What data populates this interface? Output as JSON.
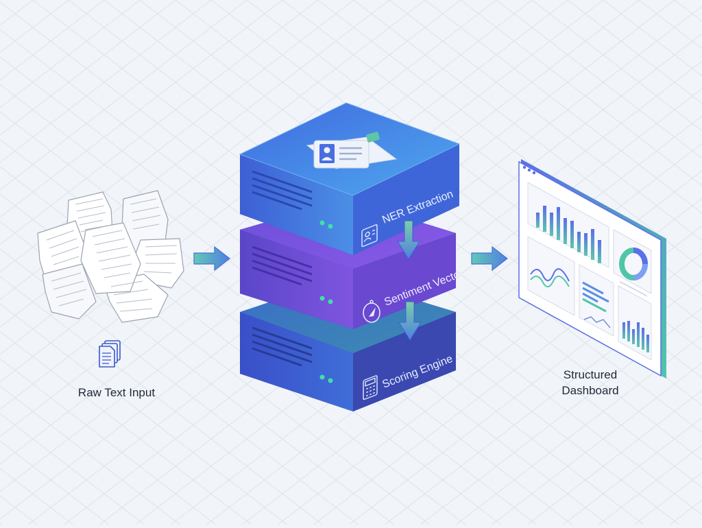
{
  "input": {
    "label": "Raw Text Input",
    "icon": "document-stack-icon"
  },
  "pipeline": {
    "stages": [
      {
        "label": "NER Extraction",
        "icon": "id-card-icon"
      },
      {
        "label": "Sentiment Vector",
        "icon": "compass-icon"
      },
      {
        "label": "Scoring Engine",
        "icon": "calculator-icon"
      }
    ]
  },
  "output": {
    "label_line1": "Structured",
    "label_line2": "Dashboard",
    "icon": "dashboard-icon"
  },
  "colors": {
    "background": "#f1f4f8",
    "grid": "#dde3ec",
    "top_server": "#4a73e6",
    "middle_server": "#7a4fe0",
    "bottom_server": "#3f5fd6",
    "arrow": "#5cc4b9",
    "dashboard_frame": "#6b7ff0"
  }
}
